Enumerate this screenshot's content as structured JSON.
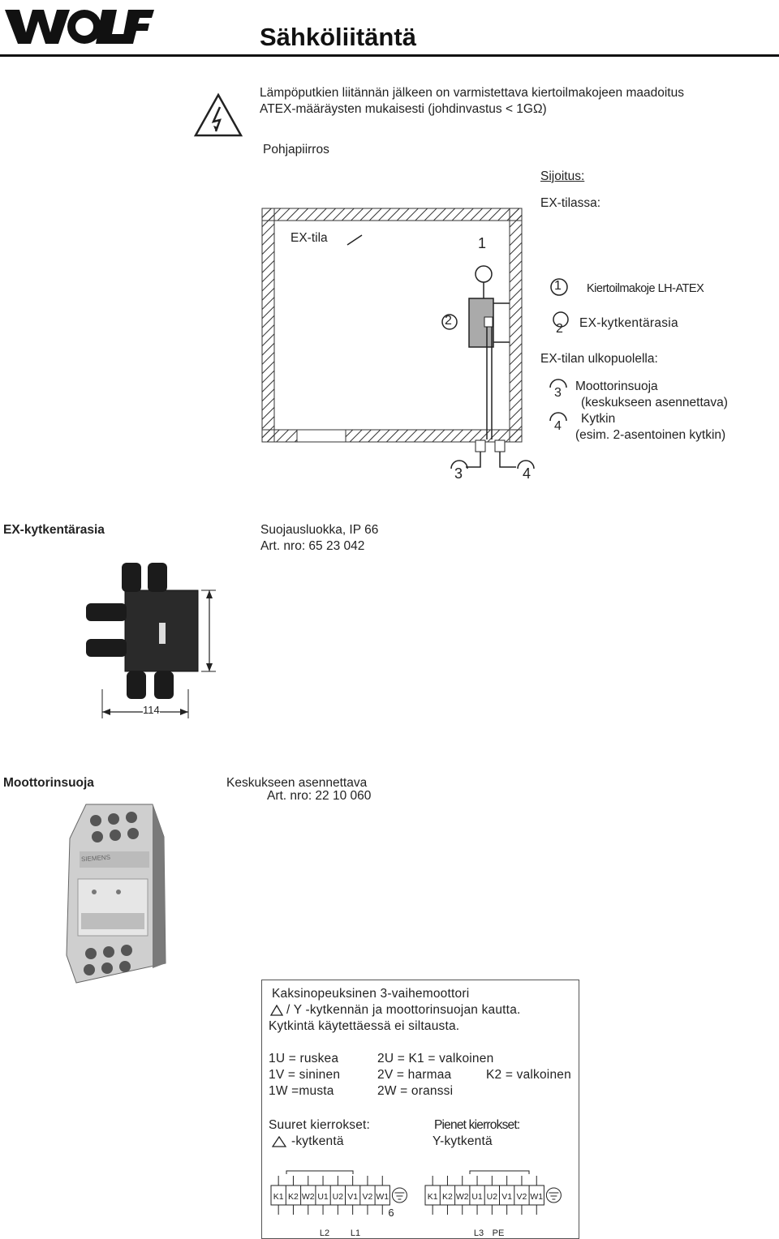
{
  "header": {
    "logo_text": "WOLF",
    "title": "Sähköliitäntä"
  },
  "intro": {
    "line1": "Lämpöputkien liitännän jälkeen on varmistettava kiertoilmakojeen maadoitus",
    "line2": "ATEX-määräysten mukaisesti (johdinvastus < 1GΩ)",
    "warning_icon": "electric-hazard-icon"
  },
  "schematic": {
    "heading": "Pohjapiirros",
    "placement_heading": "Sijoitus:",
    "ex_area_heading": "EX-tilassa:",
    "room_label": "EX-tila",
    "callout_1": "1",
    "callout_2": "2",
    "callout_3": "3",
    "callout_4": "4",
    "legend": {
      "item1_num": "1",
      "item1": "Kiertoilmakoje LH-ATEX",
      "item2_num": "2",
      "item2": "EX-kytkentärasia",
      "outside_heading": "EX-tilan ulkopuolella:",
      "item3_num": "3",
      "item3": "Moottorinsuoja",
      "item3_note": "(keskukseen asennettava)",
      "item4_num": "4",
      "item4": "Kytkin",
      "item4_note": "(esim.  2-asentoinen kytkin)"
    }
  },
  "junction_box": {
    "name": "EX-kytkentärasia",
    "protection": "Suojausluokka,  IP  66",
    "art": "Art.  nro:  65 23 042",
    "dimension": "114"
  },
  "motor_protector": {
    "name": "Moottorinsuoja",
    "mounting": "Keskukseen asennettava",
    "art": "Art.  nro:  22 10 060",
    "brand": "SIEMENS"
  },
  "info": {
    "line1": "Kaksinopeuksinen 3-vaihemoottori",
    "line2": "/ Y -kytkennän ja moottorinsuojan kautta.",
    "line3": "Kytkintä käytettäessä ei siltausta.",
    "col1": [
      "1U = ruskea",
      "1V = sininen",
      "1W =musta"
    ],
    "col2": [
      "2U = K1 = valkoinen",
      "2V = harmaa",
      "2W = oranssi"
    ],
    "col3": "K2 = valkoinen",
    "large_heading": "Suuret kierrokset:",
    "large_mode": "-kytkentä",
    "small_heading": "Pienet kierrokset:",
    "small_mode": "Y-kytkentä"
  },
  "terminals": {
    "left": [
      "K1",
      "K2",
      "W2",
      "U1",
      "U2",
      "V1",
      "V2",
      "W1"
    ],
    "right": [
      "K1",
      "K2",
      "W2",
      "U1",
      "U2",
      "V1",
      "V2",
      "W1"
    ],
    "left_bottom": [
      "L2",
      "L1"
    ],
    "right_bottom": [
      "L3",
      "PE"
    ],
    "marker": "6"
  }
}
